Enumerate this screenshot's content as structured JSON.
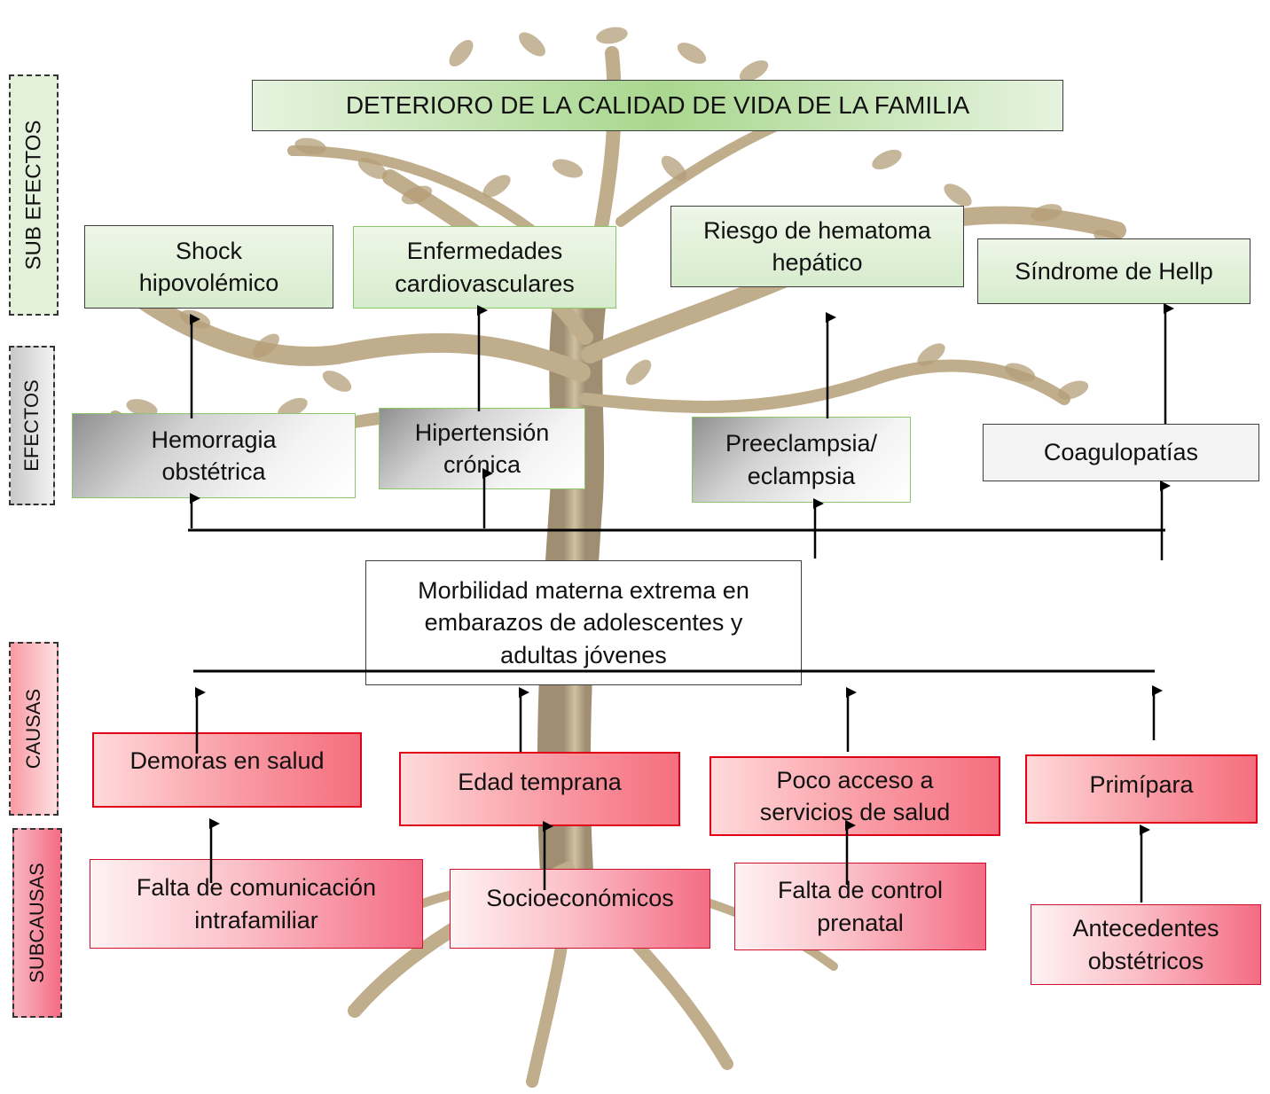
{
  "side_labels": {
    "sub_efectos": "SUB EFECTOS",
    "efectos": "EFECTOS",
    "causas": "CAUSAS",
    "subcausas": "SUBCAUSAS"
  },
  "title": "DETERIORO DE LA CALIDAD DE VIDA DE LA FAMILIA",
  "sub_effects": [
    "Shock hipovolémico",
    "Enfermedades cardiovasculares",
    "Riesgo de hematoma hepático",
    "Síndrome de Hellp"
  ],
  "effects": [
    "Hemorragia obstétrica",
    "Hipertensión crónica",
    "Preeclampsia/ eclampsia",
    "Coagulopatías"
  ],
  "central_problem": "Morbilidad materna extrema en embarazos de adolescentes y adultas jóvenes",
  "causes": [
    "Demoras en salud",
    "Edad temprana",
    "Poco acceso a servicios de salud",
    "Primípara"
  ],
  "sub_causes": [
    "Falta de comunicación intrafamiliar",
    "Socioeconómicos",
    "Falta de control prenatal",
    "Antecedentes obstétricos"
  ],
  "colors": {
    "tree": "#b59f78",
    "sub_effect_fill": "#d7eccd",
    "cause_border": "#e00018",
    "subcause_fill": "#f46c84"
  }
}
